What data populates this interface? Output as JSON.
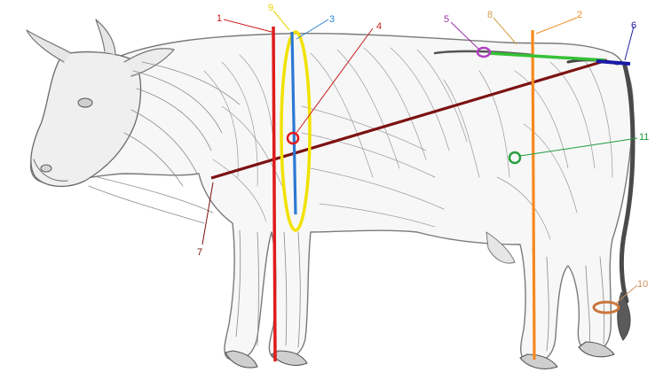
{
  "figure": {
    "subject": "cow musculature pencil drawing with numbered measurement lines and points"
  },
  "labels": [
    {
      "id": "1",
      "text": "1",
      "color": "#d01818"
    },
    {
      "id": "2",
      "text": "2",
      "color": "#f08a1e"
    },
    {
      "id": "3",
      "text": "3",
      "color": "#2a7fd0"
    },
    {
      "id": "4",
      "text": "4",
      "color": "#c81e1e"
    },
    {
      "id": "5",
      "text": "5",
      "color": "#9b3aa8"
    },
    {
      "id": "6",
      "text": "6",
      "color": "#2020a0"
    },
    {
      "id": "7",
      "text": "7",
      "color": "#7a1010"
    },
    {
      "id": "8",
      "text": "8",
      "color": "#d6a04a"
    },
    {
      "id": "9",
      "text": "9",
      "color": "#e8d400"
    },
    {
      "id": "10",
      "text": "10",
      "color": "#d09060"
    },
    {
      "id": "11",
      "text": "11",
      "color": "#1f9a3c"
    }
  ],
  "colors": {
    "withers_height_line": "#e01b1b",
    "rump_height_line": "#f5891f",
    "chest_depth_line": "#2b78d4",
    "girth_ellipse": "#f2e200",
    "body_length_line": "#7d1212",
    "back_line": "#36c036",
    "pin_bone_line": "#1a1aa8",
    "point_4": "#e01b1b",
    "point_5": "#b040c0",
    "point_11": "#28a040",
    "point_10": "#c9763a",
    "drawing": "#6d6d6d"
  }
}
